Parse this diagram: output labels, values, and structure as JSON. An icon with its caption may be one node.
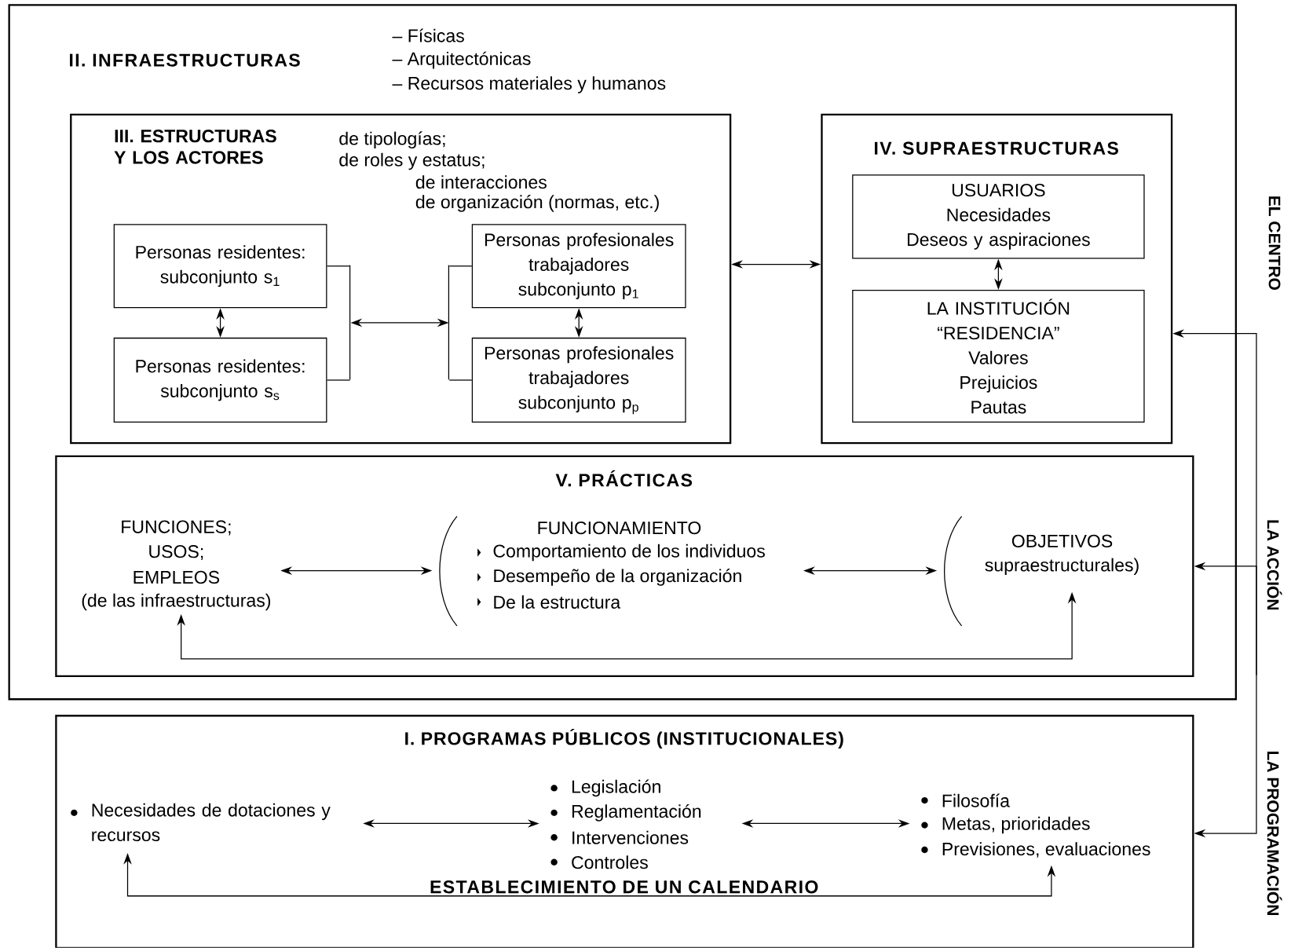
{
  "diagram": {
    "nodes": [
      {
        "text": [
          "II. INFRAESTRUCTURAS",
          "– Físicas",
          "– Arquitectónicas",
          "– Recursos materiales y humanos"
        ]
      },
      {
        "text": [
          "III. ESTRUCTURAS Y LOS ACTORES",
          "de tipologías;",
          "de roles y estatus;",
          "de interacciones",
          "de organización (normas, etc.)"
        ],
        "in": 0
      },
      {
        "text": [
          "Personas residentes: subconjunto s$_{1}$"
        ],
        "in": 1
      },
      {
        "text": [
          "Personas residentes: subconjunto s$_{s}$"
        ],
        "in": 1
      },
      {
        "text": [
          "Personas profesionales trabajadores subconjunto p$_{1}$"
        ],
        "in": 1
      },
      {
        "text": [
          "Personas profesionales trabajadores subconjunto p$_{p}$"
        ],
        "in": 1
      },
      {
        "text": [
          "IV. SUPRAESTRUCTURAS"
        ],
        "in": 0
      },
      {
        "text": [
          "USUARIOS",
          "Necesidades",
          "Deseos y aspiraciones"
        ],
        "in": 6
      },
      {
        "text": [
          "LA INSTITUCIÓN “RESIDENCIA”",
          "Valores",
          "Prejuicios",
          "Pautas"
        ],
        "in": 6
      },
      {
        "text": [
          "V. PRÁCTICAS"
        ],
        "in": 0
      },
      {
        "text": [
          "FUNCIONES;",
          "USOS;",
          "EMPLEOS",
          "(de las infraestructuras)"
        ],
        "in": 9
      },
      {
        "text": [
          "FUNCIONAMIENTO",
          "Comportamiento de los individuos",
          "Desempeño de la organización",
          "De la estructura"
        ],
        "in": 9
      },
      {
        "text": [
          "OBJETIVOS",
          "supraestructurales)"
        ],
        "in": 9
      },
      {
        "text": [
          "I. PROGRAMAS PÚBLICOS (INSTITUCIONALES)",
          "ESTABLECIMIENTO DE UN CALENDARIO"
        ]
      },
      {
        "text": [
          "Necesidades de dotaciones y recursos"
        ],
        "in": 13
      },
      {
        "text": [
          "Legislación",
          "Reglamentación",
          "Intervenciones",
          "Controles"
        ],
        "in": 13
      },
      {
        "text": [
          "Filosofía",
          "Metas, prioridades",
          "Previsiones, evaluaciones"
        ],
        "in": 13
      },
      {
        "text": [],
        "shape": "bar",
        "in": 1
      },
      {
        "text": [],
        "shape": "bar",
        "in": 1
      }
    ],
    "edges": [
      {
        "from": 2,
        "to": 3,
        "arrow": "both"
      },
      {
        "from": 4,
        "to": 5,
        "arrow": "both"
      },
      {
        "from": 2,
        "to": 17,
        "arrow": "none"
      },
      {
        "from": 3,
        "to": 17,
        "arrow": "none"
      },
      {
        "from": 17,
        "to": 18,
        "arrow": "both"
      },
      {
        "from": 18,
        "to": 4,
        "arrow": "none"
      },
      {
        "from": 18,
        "to": 5,
        "arrow": "none"
      },
      {
        "from": 1,
        "to": 6,
        "arrow": "both"
      },
      {
        "from": 7,
        "to": 8,
        "arrow": "both"
      },
      {
        "from": 10,
        "to": 11,
        "arrow": "both"
      },
      {
        "from": 11,
        "to": 12,
        "arrow": "both"
      },
      {
        "from": 10,
        "to": 12,
        "arrow": "both"
      },
      {
        "from": 14,
        "to": 15,
        "arrow": "both"
      },
      {
        "from": 15,
        "to": 16,
        "arrow": "both"
      },
      {
        "from": 14,
        "to": 16,
        "arrow": "both"
      },
      {
        "from": null,
        "to": 6,
        "arrow": "to"
      },
      {
        "from": null,
        "to": 9,
        "arrow": "to"
      },
      {
        "from": null,
        "to": 13,
        "arrow": "to"
      }
    ],
    "labels": [
      "EL CENTRO",
      "LA ACCIÓN",
      "LA PROGRAMACIÓN"
    ]
  }
}
